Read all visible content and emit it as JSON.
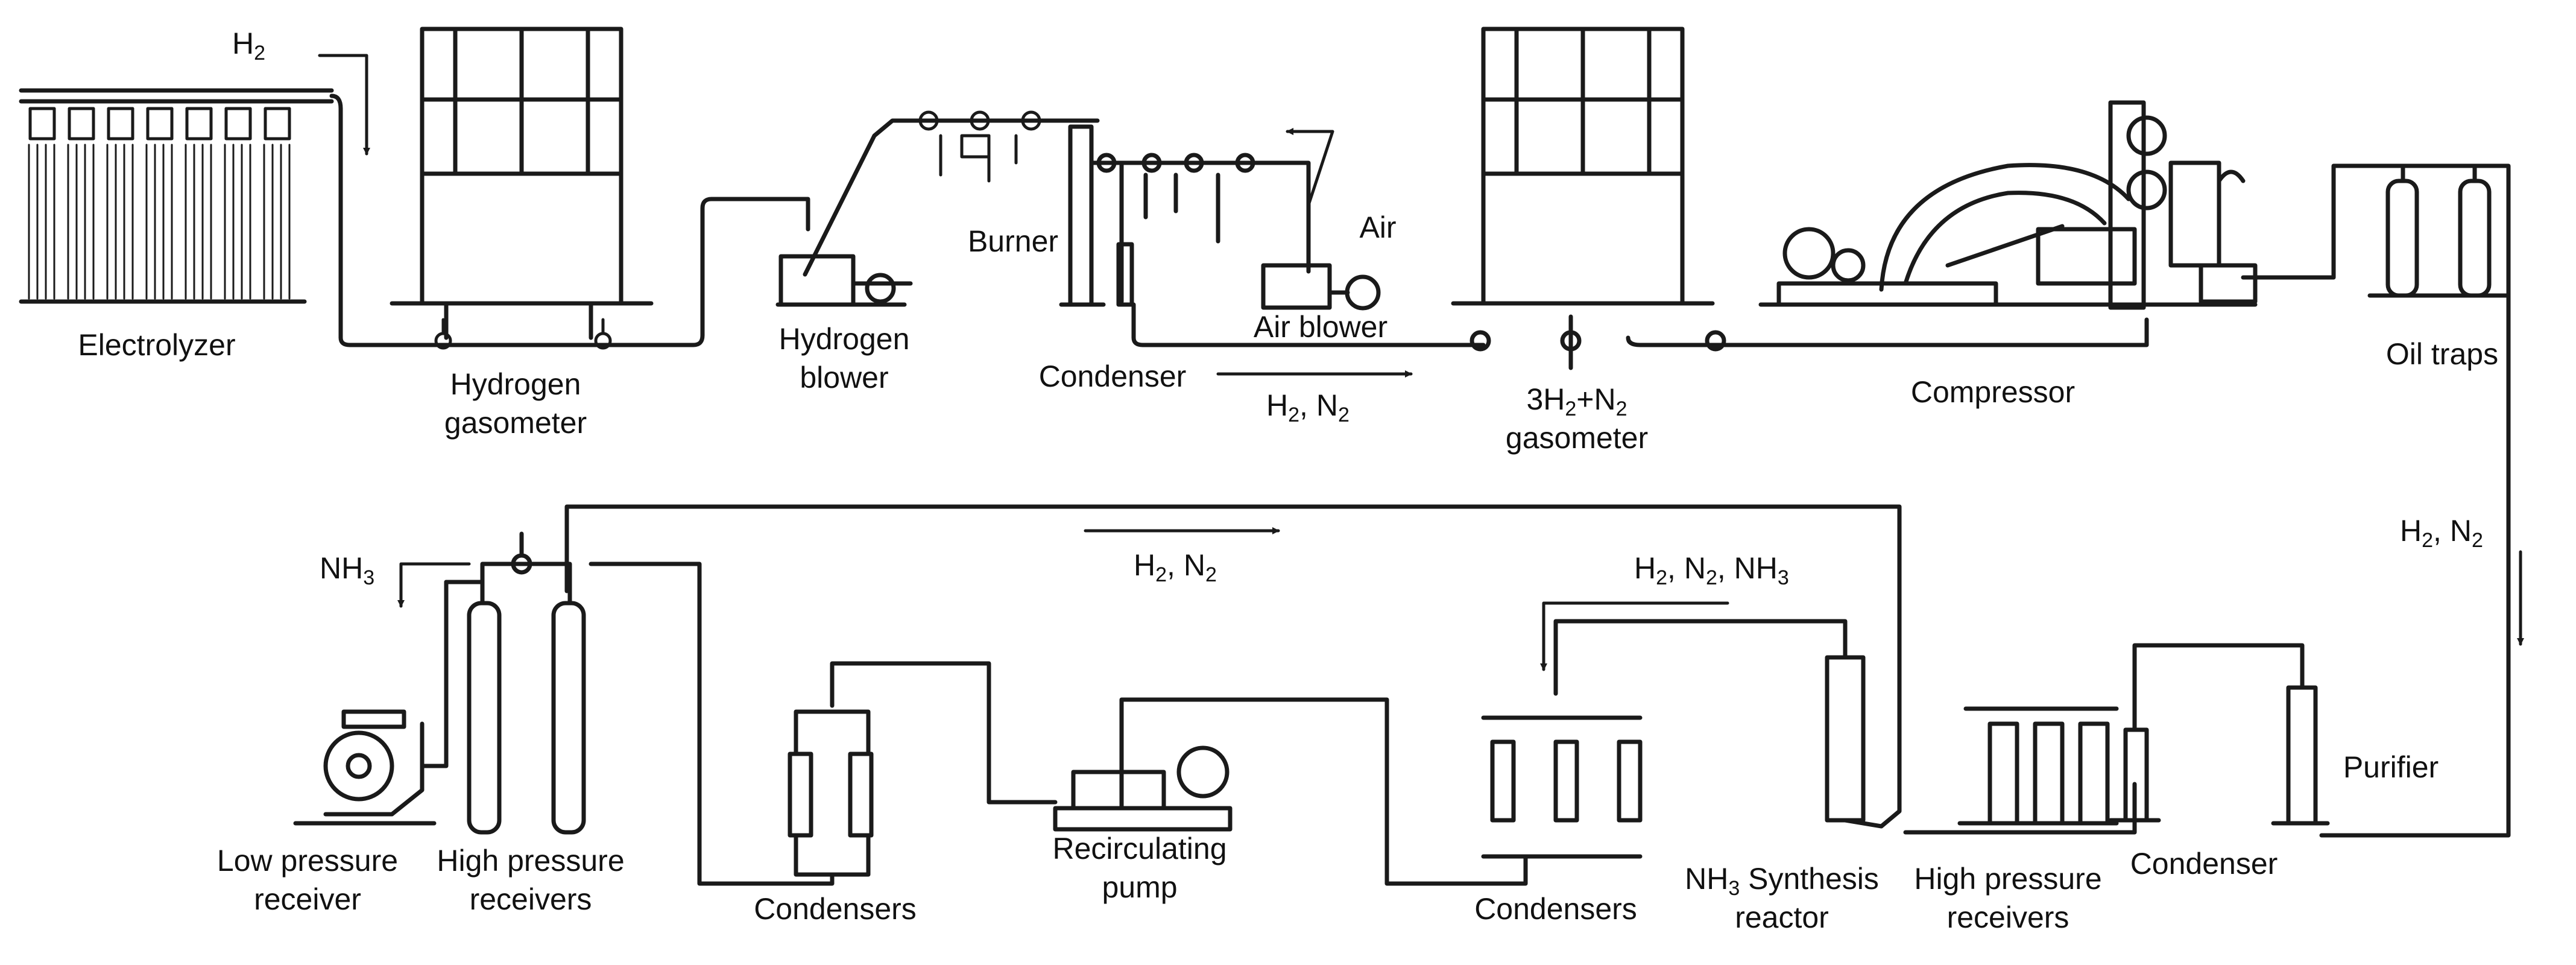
{
  "equipment": {
    "electrolyzer": "Electrolyzer",
    "hydrogen_gasometer": [
      "Hydrogen",
      "gasometer"
    ],
    "hydrogen_blower": [
      "Hydrogen",
      "blower"
    ],
    "burner": "Burner",
    "condenser_top": "Condenser",
    "air": "Air",
    "air_blower": "Air blower",
    "mix_gasometer": [
      "3H",
      "2",
      "+N",
      "2",
      "gasometer"
    ],
    "compressor": "Compressor",
    "oil_traps": "Oil traps",
    "low_pressure_receiver": [
      "Low pressure",
      "receiver"
    ],
    "high_pressure_receivers_left": [
      "High pressure",
      "receivers"
    ],
    "condensers_left": "Condensers",
    "recirculating_pump": [
      "Recirculating",
      "pump"
    ],
    "condensers_mid": "Condensers",
    "synthesis_reactor": [
      "NH",
      "3",
      " Synthesis",
      "reactor"
    ],
    "high_pressure_receivers_right": [
      "High pressure",
      "receivers"
    ],
    "condenser_bottom": "Condenser",
    "purifier": "Purifier"
  },
  "flows": {
    "h2_in": [
      "H",
      "2"
    ],
    "h2_n2_top": [
      "H",
      "2",
      ", N",
      "2"
    ],
    "h2_n2_right": [
      "H",
      "2",
      ", N",
      "2"
    ],
    "h2_n2_recycle": [
      "H",
      "2",
      ", N",
      "2"
    ],
    "h2_n2_nh3": [
      "H",
      "2",
      ", N",
      "2",
      ", NH",
      "3"
    ],
    "nh3_out": [
      "NH",
      "3"
    ]
  },
  "colors": {
    "line": "#1a1a1a",
    "background": "#ffffff"
  }
}
